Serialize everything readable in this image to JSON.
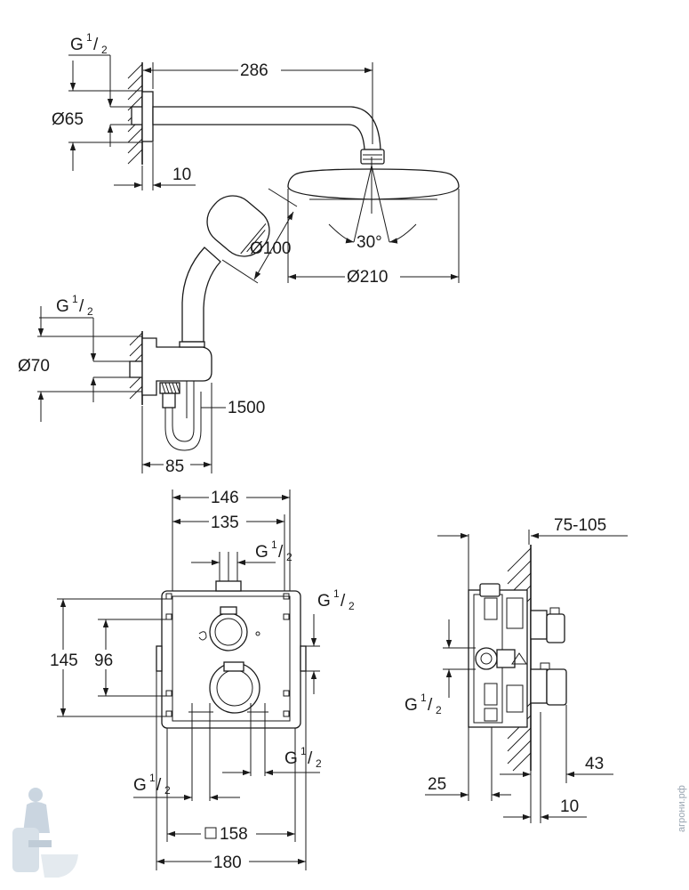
{
  "shower_arm": {
    "thread_label": "G",
    "thread_numer": "1",
    "thread_denom": "2",
    "flange_diameter": "Ø65",
    "arm_length": "286",
    "wall_offset": "10"
  },
  "head_shower": {
    "spray_angle": "30°",
    "head_diameter": "Ø210"
  },
  "hand_shower": {
    "diameter": "Ø100",
    "hose_length": "1500"
  },
  "wall_outlet": {
    "thread_label": "G",
    "thread_numer": "1",
    "thread_denom": "2",
    "diameter": "Ø70",
    "projection": "85"
  },
  "front_view": {
    "width_outer": "146",
    "width_inner": "135",
    "height_outer": "145",
    "height_inner": "96",
    "thread_top": {
      "label": "G",
      "numer": "1",
      "denom": "2"
    },
    "thread_right": {
      "label": "G",
      "numer": "1",
      "denom": "2"
    },
    "thread_bottom_left": {
      "label": "G",
      "numer": "1",
      "denom": "2"
    },
    "thread_bottom_right": {
      "label": "G",
      "numer": "1",
      "denom": "2"
    },
    "plate_square": "158",
    "plate_width": "180"
  },
  "side_view": {
    "installation_depth": "75-105",
    "thread": {
      "label": "G",
      "numer": "1",
      "denom": "2"
    },
    "depth_25": "25",
    "depth_43": "43",
    "depth_10": "10"
  },
  "watermark": {
    "text": "агрони.рф"
  }
}
